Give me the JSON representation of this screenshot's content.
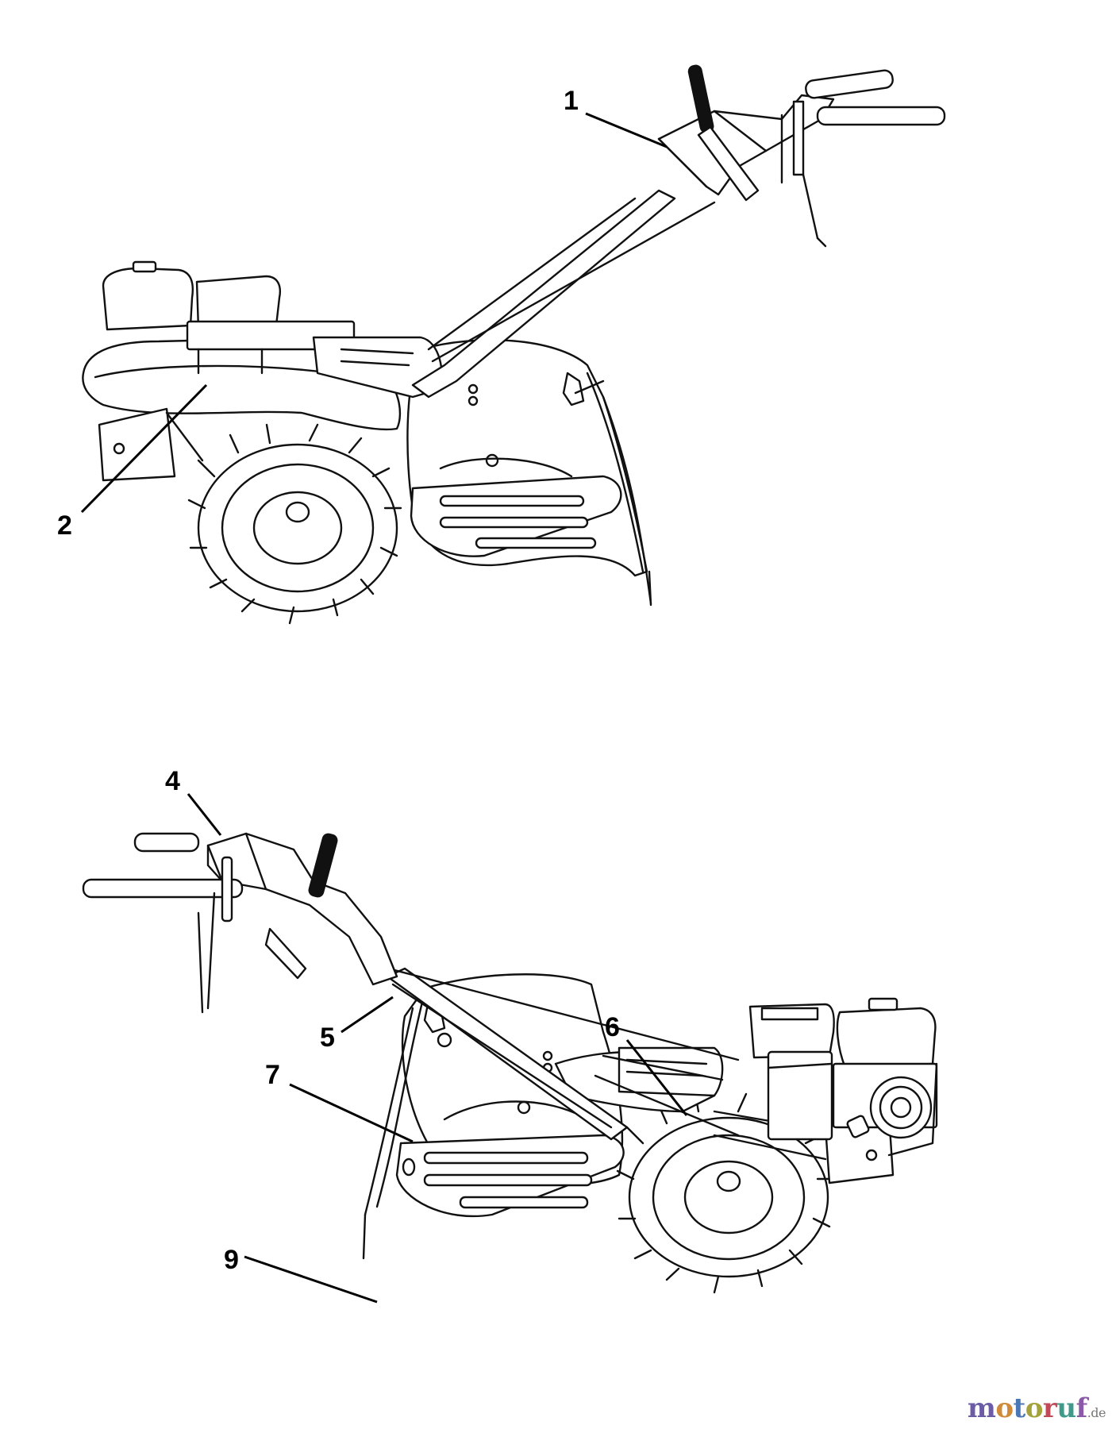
{
  "callouts": {
    "upper": [
      "1",
      "2"
    ],
    "lower": [
      "4",
      "5",
      "6",
      "7",
      "9"
    ]
  },
  "watermark": {
    "parts": [
      "m",
      "o",
      "t",
      "o",
      "r",
      "u",
      "f"
    ],
    "suffix": ".de"
  }
}
